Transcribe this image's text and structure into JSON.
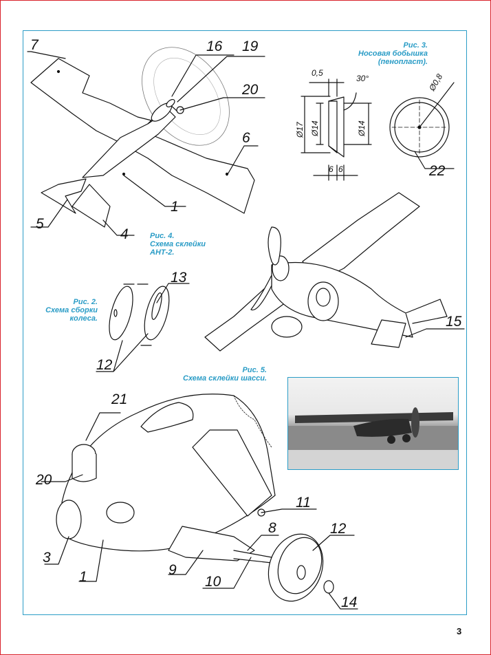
{
  "page_number": "3",
  "captions": {
    "fig3": [
      "Рис. 3.",
      "Носовая бобышка",
      "(пенопласт)."
    ],
    "fig4": [
      "Рис. 4.",
      "Схема склейки",
      "АНТ-2."
    ],
    "fig2": [
      "Рис. 2.",
      "Схема сборки",
      "колеса."
    ],
    "fig5": [
      "Рис. 5.",
      "Схема склейки шасси."
    ]
  },
  "dimensions": {
    "d05": "0,5",
    "d30": "30°",
    "d17": "Ø17",
    "d14a": "Ø14",
    "d14b": "Ø14",
    "d6a": "6",
    "d6b": "6",
    "d08": "Ø0,8"
  },
  "part_numbers": {
    "n7": "7",
    "n16": "16",
    "n19": "19",
    "n20a": "20",
    "n6": "6",
    "n1a": "1",
    "n5": "5",
    "n4": "4",
    "n22": "22",
    "n13": "13",
    "n12a": "12",
    "n15": "15",
    "n21": "21",
    "n20b": "20",
    "n3": "3",
    "n1b": "1",
    "n11": "11",
    "n8": "8",
    "n12b": "12",
    "n9": "9",
    "n10": "10",
    "n14": "14"
  },
  "colors": {
    "accent": "#2a9cc6",
    "border_red": "#d8202a",
    "ink": "#111111"
  }
}
